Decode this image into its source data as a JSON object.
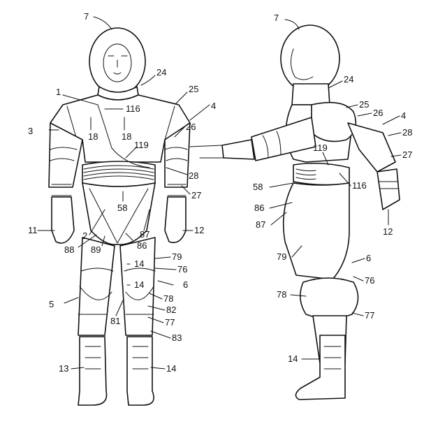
{
  "figures": {
    "front": {
      "labels": [
        "7",
        "24",
        "1",
        "116",
        "25",
        "4",
        "3",
        "18",
        "18",
        "26",
        "119",
        "28",
        "27",
        "58",
        "11",
        "2",
        "87",
        "12",
        "88",
        "89",
        "86",
        "79",
        "14",
        "76",
        "14",
        "6",
        "78",
        "5",
        "81",
        "82",
        "77",
        "83",
        "13",
        "14"
      ]
    },
    "side": {
      "labels": [
        "7",
        "24",
        "25",
        "26",
        "4",
        "28",
        "27",
        "119",
        "58",
        "116",
        "86",
        "87",
        "12",
        "79",
        "6",
        "76",
        "78",
        "77",
        "14"
      ]
    }
  }
}
